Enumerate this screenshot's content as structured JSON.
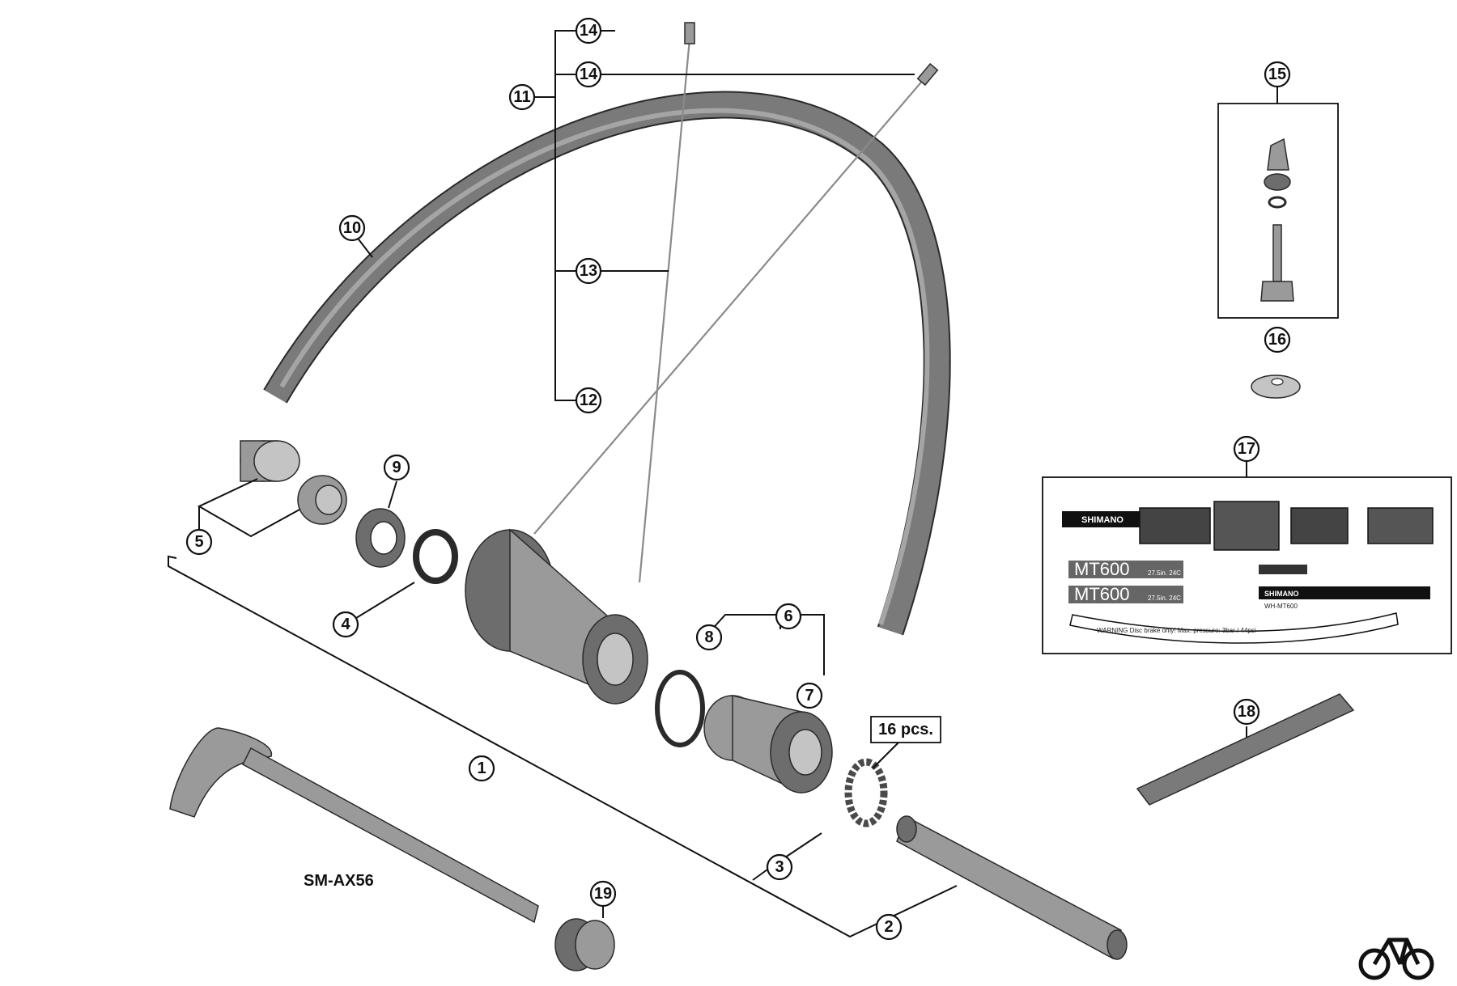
{
  "diagram": {
    "model_label": "SM-AX56",
    "quantity_label": "16 pcs.",
    "callouts": [
      "1",
      "2",
      "3",
      "4",
      "5",
      "6",
      "7",
      "8",
      "9",
      "10",
      "11",
      "12",
      "13",
      "14",
      "14",
      "15",
      "16",
      "17",
      "18",
      "19"
    ]
  },
  "decal_sheet": {
    "brand": "SHIMANO",
    "model_large_1": "MT600",
    "model_large_2": "MT600",
    "size_1": "27.5in. 24C",
    "size_2": "27.5in. 24C",
    "warning_text": "WARNING  Disc brake only!  Max. pressure: 3bar / 44psi",
    "small_brand": "SHIMANO",
    "small_code": "WH-MT600"
  },
  "colors": {
    "line": "#111111",
    "part_dark": "#6d6d6d",
    "part_mid": "#9a9a9a",
    "part_light": "#c4c4c4"
  },
  "icons": {
    "corner_logo": "bicycle-icon"
  }
}
